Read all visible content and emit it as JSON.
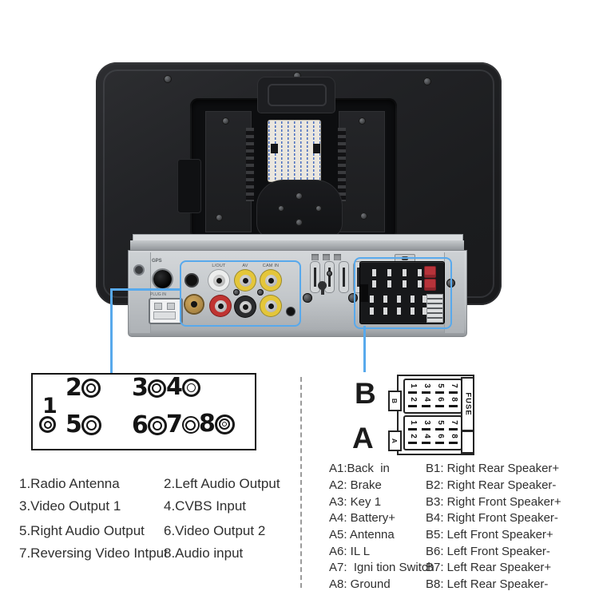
{
  "photo": {
    "gps_label": "GPS",
    "plug_label": "PLUG IN",
    "rca_port_labels": [
      "L/OUT",
      "AV",
      "CAM IN"
    ]
  },
  "highlight_color": "#58a9ec",
  "rca_diagram": {
    "ports": [
      {
        "num": "1"
      },
      {
        "num": "2"
      },
      {
        "num": "3"
      },
      {
        "num": "4"
      },
      {
        "num": "5"
      },
      {
        "num": "6"
      },
      {
        "num": "7"
      },
      {
        "num": "8"
      }
    ]
  },
  "rca_legend": {
    "items": [
      {
        "text": "1.Radio Antenna"
      },
      {
        "text": "2.Left Audio Output"
      },
      {
        "text": "3.Video Output 1"
      },
      {
        "text": "4.CVBS Input"
      },
      {
        "text": "5.Right Audio Output"
      },
      {
        "text": "6.Video Output 2"
      },
      {
        "text": "7.Reversing Video Intput"
      },
      {
        "text": "8.Audio input"
      }
    ]
  },
  "iso_diagram": {
    "block_b_label": "B",
    "block_a_label": "A",
    "tab_b": "B",
    "tab_a": "A",
    "fuse_label": "FUSE",
    "pins_top": [
      "1",
      "3",
      "5",
      "7"
    ],
    "pins_bottom": [
      "2",
      "4",
      "6",
      "8"
    ]
  },
  "iso_legend": {
    "a_items": [
      {
        "text": "A1:Back  in"
      },
      {
        "text": "A2: Brake"
      },
      {
        "text": "A3: Key 1"
      },
      {
        "text": "A4: Battery+"
      },
      {
        "text": "A5: Antenna"
      },
      {
        "text": "A6: IL L"
      },
      {
        "text": "A7:  Igni tion Switch"
      },
      {
        "text": "A8: Ground"
      }
    ],
    "b_items": [
      {
        "text": "B1: Right Rear Speaker+"
      },
      {
        "text": "B2: Right Rear Speaker-"
      },
      {
        "text": "B3: Right Front Speaker+"
      },
      {
        "text": "B4: Right Front Speaker-"
      },
      {
        "text": "B5: Left Front Speaker+"
      },
      {
        "text": "B6: Left Front Speaker-"
      },
      {
        "text": "B7: Left Rear Speaker+"
      },
      {
        "text": "B8: Left Rear Speaker-"
      }
    ]
  }
}
